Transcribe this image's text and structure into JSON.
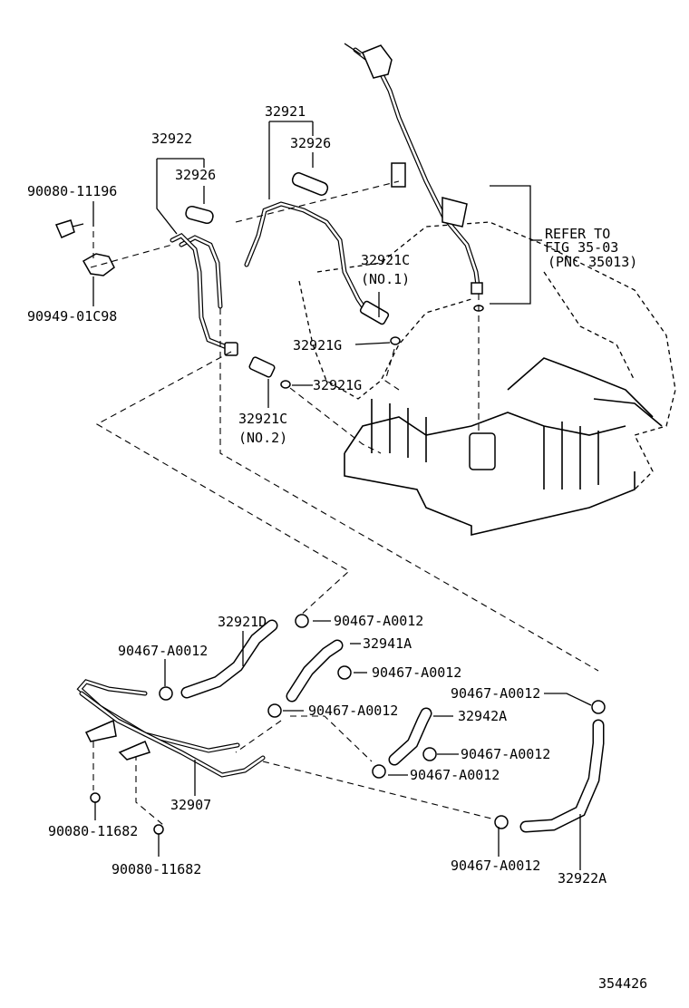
{
  "diagram": {
    "doc_number": "354426",
    "refer_note": {
      "line1": "REFER TO",
      "line2": "FIG 35-03",
      "line3": "(PNC 35013)"
    },
    "labels": {
      "p32921": "32921",
      "p32926_right": "32926",
      "p32922": "32922",
      "p32926_left": "32926",
      "p90080_11196": "90080-11196",
      "p90949_01C98": "90949-01C98",
      "p32921C_1": "32921C",
      "p32921C_1_sub": "(NO.1)",
      "p32921G_a": "32921G",
      "p32921G_b": "32921G",
      "p32921C_2": "32921C",
      "p32921C_2_sub": "(NO.2)",
      "p32921D": "32921D",
      "clip_top": "90467-A0012",
      "p32941A": "32941A",
      "clip_left": "90467-A0012",
      "clip_941": "90467-A0012",
      "clip_mid": "90467-A0012",
      "clip_right_top": "90467-A0012",
      "p32942A": "32942A",
      "clip_942a": "90467-A0012",
      "clip_942b": "90467-A0012",
      "p32907": "32907",
      "p90080_11682_a": "90080-11682",
      "p90080_11682_b": "90080-11682",
      "clip_bottom": "90467-A0012",
      "p32922A": "32922A"
    }
  }
}
